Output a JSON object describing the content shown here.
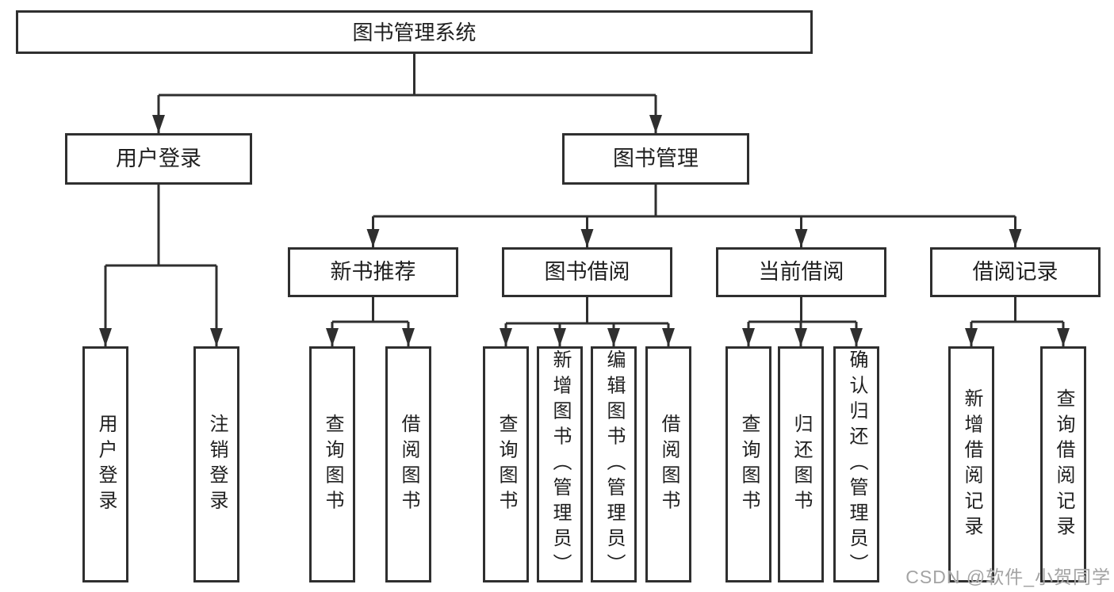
{
  "diagram": {
    "tree": {
      "label": "图书管理系统",
      "children": [
        {
          "label": "用户登录",
          "children": [
            {
              "label": "用户登录"
            },
            {
              "label": "注销登录"
            }
          ]
        },
        {
          "label": "图书管理",
          "children": [
            {
              "label": "新书推荐",
              "children": [
                {
                  "label": "查询图书"
                },
                {
                  "label": "借阅图书"
                }
              ]
            },
            {
              "label": "图书借阅",
              "children": [
                {
                  "label": "查询图书"
                },
                {
                  "label": "新增图书（管理员）"
                },
                {
                  "label": "编辑图书（管理员）"
                },
                {
                  "label": "借阅图书"
                }
              ]
            },
            {
              "label": "当前借阅",
              "children": [
                {
                  "label": "查询图书"
                },
                {
                  "label": "归还图书"
                },
                {
                  "label": "确认归还（管理员）"
                }
              ]
            },
            {
              "label": "借阅记录",
              "children": [
                {
                  "label": "新增借阅记录"
                },
                {
                  "label": "查询借阅记录"
                }
              ]
            }
          ]
        }
      ]
    },
    "colors": {
      "line": "#2f2f2f",
      "border": "#2f2f2f",
      "text": "#1f1f1f",
      "background": "#ffffff"
    }
  },
  "watermark": {
    "text": "CSDN @软件_小贺同学",
    "color": "#a3a3a3"
  }
}
